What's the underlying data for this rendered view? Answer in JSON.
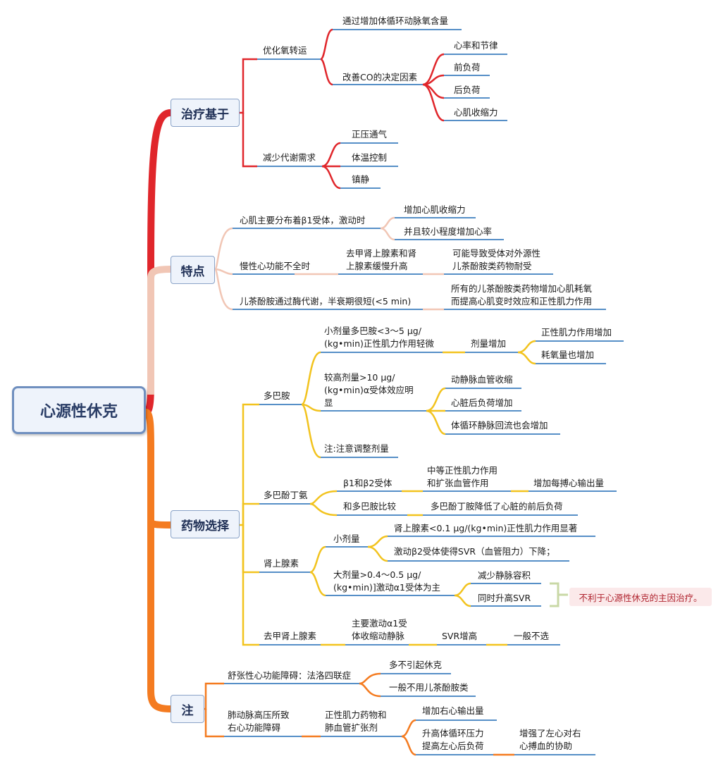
{
  "root": "心源性休克",
  "colors": {
    "red": "#e0262b",
    "pink": "#f1c6b5",
    "orange": "#f47b20",
    "yellow": "#f2c31e",
    "blue": "#3e7fbf",
    "note_bg": "#fbe9ea"
  },
  "branches": {
    "b1": "治疗基于",
    "b2": "特点",
    "b3": "药物选择",
    "b4": "注"
  },
  "therapy": {
    "optimize": "优化氧转运",
    "arterial_o2": "通过增加体循环动脉氧含量",
    "co_factors": "改善CO的决定因素",
    "rate_rhythm": "心率和节律",
    "preload": "前负荷",
    "afterload": "后负荷",
    "contractility": "心肌收缩力",
    "reduce_demand": "减少代谢需求",
    "ppv": "正压通气",
    "temp": "体温控制",
    "sedation": "镇静"
  },
  "features": {
    "beta1": "心肌主要分布着β1受体，激动时",
    "inc_contract": "增加心肌收缩力",
    "inc_rate": "并且较小程度增加心率",
    "chronic": "慢性心功能不全时",
    "ne_rise_1": "去甲肾上腺素和肾",
    "ne_rise_2": "上腺素缓慢升高",
    "tolerance_1": "可能导致受体对外源性",
    "tolerance_2": "儿茶酚胺类药物耐受",
    "metab": "儿茶酚胺通过酶代谢，半衰期很短(<5 min)",
    "o2_1": "所有的儿茶酚胺类药物增加心肌耗氧",
    "o2_2": "而提高心肌变时效应和正性肌力作用"
  },
  "drugs": {
    "dopamine": "多巴胺",
    "low_dose_1": "小剂量多巴胺<3～5 μg/",
    "low_dose_2": "(kg•min)正性肌力作用轻微",
    "dose_up": "剂量增加",
    "inotropy_up": "正性肌力作用增加",
    "o2_up": "耗氧量也增加",
    "high_dose_1": "较高剂量>10 μg/",
    "high_dose_2": "(kg•min)α受体效应明",
    "high_dose_3": "显",
    "vasocon": "动静脉血管收缩",
    "afterload_up": "心脏后负荷增加",
    "venous_up": "体循环静脉回流也会增加",
    "adjust": "注:注意调整剂量",
    "dobutamine": "多巴酚丁氨",
    "b1b2": "β1和β2受体",
    "mod_1": "中等正性肌力作用",
    "mod_2": "和扩张血管作用",
    "co_up": "增加每搏心输出量",
    "vs_dopa": "和多巴胺比较",
    "reduce_load": "多巴酚丁胺降低了心脏的前后负荷",
    "epinephrine": "肾上腺素",
    "epi_low": "小剂量",
    "epi_low_1": "肾上腺素<0.1 μg/(kg•min)正性肌力作用显著",
    "epi_low_2": "激动β2受体使得SVR（血管阻力）下降；",
    "epi_high_1": "大剂量>0.4～0.5 μg/",
    "epi_high_2": "(kg•min)]激动α1受体为主",
    "venous_down": "减少静脉容积",
    "svr_up_also": "同时升高SVR",
    "note": "不利于心源性休克的主因治疗。",
    "norepi": "去甲肾上腺素",
    "norepi_1": "主要激动α1受",
    "norepi_2": "体收缩动静脉",
    "svr_up": "SVR增高",
    "not_chosen": "一般不选"
  },
  "notes": {
    "diastolic": "舒张性心功能障碍：法洛四联症",
    "no_shock": "多不引起休克",
    "no_cat": "一般不用儿茶酚胺类",
    "pah_1": "肺动脉高压所致",
    "pah_2": "右心功能障碍",
    "pos_1": "正性肌力药物和",
    "pos_2": "肺血管扩张剂",
    "rv_out": "增加右心输出量",
    "sys_1": "升高体循环压力",
    "sys_2": "提高左心后负荷",
    "lv_1": "增强了左心对右",
    "lv_2": "心搏血的协助"
  }
}
